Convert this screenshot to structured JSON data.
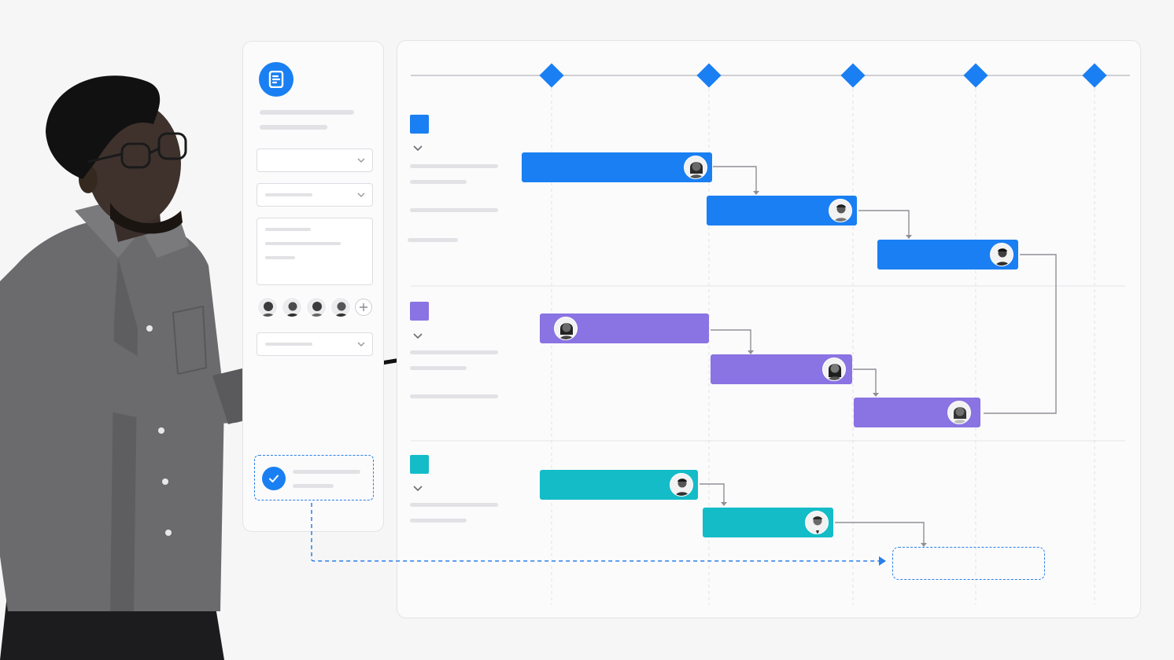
{
  "colors": {
    "accent_blue": "#1a7ff2",
    "group_purple": "#8a73e2",
    "group_teal": "#14bcc8",
    "milestone": "#1a7ff2",
    "connector": "#8f8f96",
    "dashed_link": "#2a7fe8"
  },
  "task_panel": {
    "header_icon": "document-icon",
    "dropdowns": [
      "chevron-down-icon",
      "chevron-down-icon",
      "chevron-down-icon"
    ],
    "assignees": [
      "avatar-woman",
      "avatar-man",
      "avatar-woman",
      "avatar-man"
    ],
    "add_assignee_icon": "plus-icon",
    "completed_icon": "check-icon"
  },
  "gantt": {
    "milestone_count": 5,
    "groups": [
      {
        "color": "#1a7ff2",
        "tasks": [
          "task-1",
          "task-2",
          "task-3"
        ]
      },
      {
        "color": "#8a73e2",
        "tasks": [
          "task-4",
          "task-5",
          "task-6"
        ]
      },
      {
        "color": "#14bcc8",
        "tasks": [
          "task-7",
          "task-8"
        ]
      }
    ]
  },
  "presenter": {
    "icon": "person-pointing-illustration"
  }
}
